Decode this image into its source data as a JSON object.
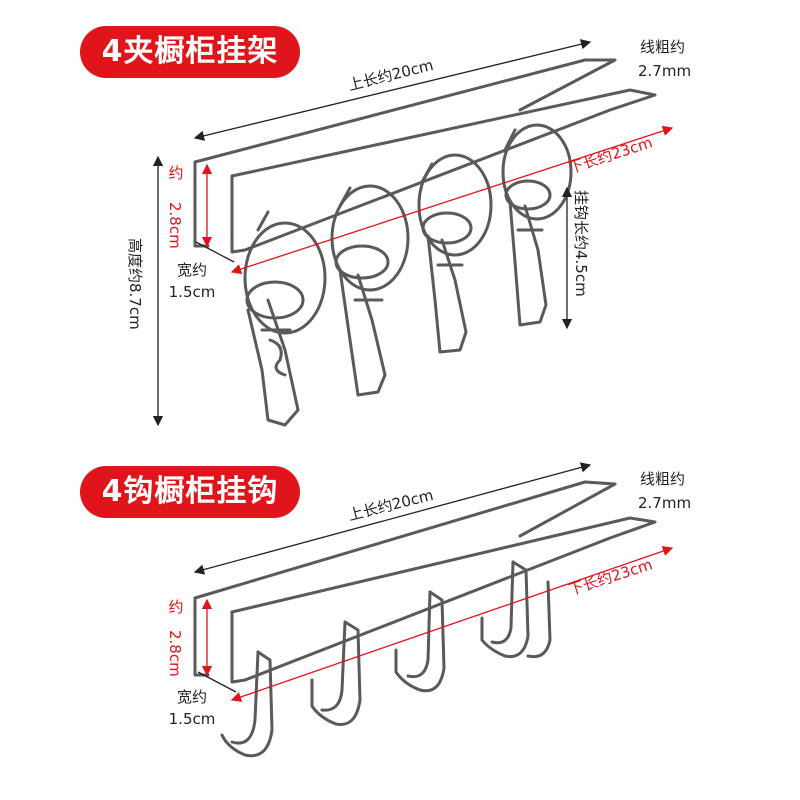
{
  "rack_section": {
    "title": "4夹橱柜挂架",
    "top_length": "上长约20cm",
    "wire_thickness_label": "线粗约",
    "wire_thickness_value": "2.7mm",
    "bottom_length": "下长约23cm",
    "height_inner_a": "约",
    "height_inner_b": "2.8cm",
    "height_total": "高度约8.7cm",
    "width_label": "宽约",
    "width_value": "1.5cm",
    "hook_length": "挂钩长约4.5cm"
  },
  "hook_section": {
    "title": "4钩橱柜挂钩",
    "top_length": "上长约20cm",
    "wire_thickness_label": "线粗约",
    "wire_thickness_value": "2.7mm",
    "bottom_length": "下长约23cm",
    "height_inner_a": "约",
    "height_inner_b": "2.8cm",
    "width_label": "宽约",
    "width_value": "1.5cm"
  },
  "colors": {
    "accent": "#e0141b",
    "wire": "#5a5a5a",
    "text": "#222222"
  }
}
